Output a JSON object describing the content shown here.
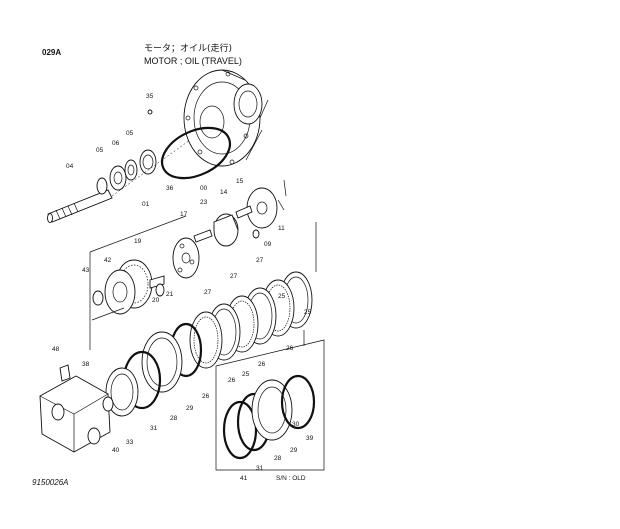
{
  "header": {
    "page_code": "029A",
    "title_jp": "モータ；オイル(走行)",
    "title_en": "MOTOR ; OIL (TRAVEL)"
  },
  "footer": {
    "doc_code": "9150026A",
    "serial_label": "S/N : OLD"
  },
  "callouts": [
    {
      "id": "c35",
      "label": "35"
    },
    {
      "id": "c05a",
      "label": "05"
    },
    {
      "id": "c06",
      "label": "06"
    },
    {
      "id": "c05b",
      "label": "05"
    },
    {
      "id": "c04",
      "label": "04"
    },
    {
      "id": "c01",
      "label": "01"
    },
    {
      "id": "c36",
      "label": "36"
    },
    {
      "id": "c00",
      "label": "00"
    },
    {
      "id": "c14",
      "label": "14"
    },
    {
      "id": "c15",
      "label": "15"
    },
    {
      "id": "c23",
      "label": "23"
    },
    {
      "id": "c17",
      "label": "17"
    },
    {
      "id": "c11",
      "label": "11"
    },
    {
      "id": "c09",
      "label": "09"
    },
    {
      "id": "c19",
      "label": "19"
    },
    {
      "id": "c42",
      "label": "42"
    },
    {
      "id": "c43",
      "label": "43"
    },
    {
      "id": "c21",
      "label": "21"
    },
    {
      "id": "c20",
      "label": "20"
    },
    {
      "id": "c27a",
      "label": "27"
    },
    {
      "id": "c27b",
      "label": "27"
    },
    {
      "id": "c27c",
      "label": "27"
    },
    {
      "id": "c25a",
      "label": "25"
    },
    {
      "id": "c26a",
      "label": "26"
    },
    {
      "id": "c26b",
      "label": "26"
    },
    {
      "id": "c26c",
      "label": "26"
    },
    {
      "id": "c25b",
      "label": "25"
    },
    {
      "id": "c26d",
      "label": "26"
    },
    {
      "id": "c25c",
      "label": "25"
    },
    {
      "id": "c48",
      "label": "48"
    },
    {
      "id": "c38",
      "label": "38"
    },
    {
      "id": "c29",
      "label": "29"
    },
    {
      "id": "c28a",
      "label": "28"
    },
    {
      "id": "c31a",
      "label": "31"
    },
    {
      "id": "c33",
      "label": "33"
    },
    {
      "id": "c40",
      "label": "40"
    },
    {
      "id": "c30",
      "label": "30"
    },
    {
      "id": "c39",
      "label": "39"
    },
    {
      "id": "c29b",
      "label": "29"
    },
    {
      "id": "c28b",
      "label": "28"
    },
    {
      "id": "c31b",
      "label": "31"
    },
    {
      "id": "c41",
      "label": "41"
    }
  ]
}
